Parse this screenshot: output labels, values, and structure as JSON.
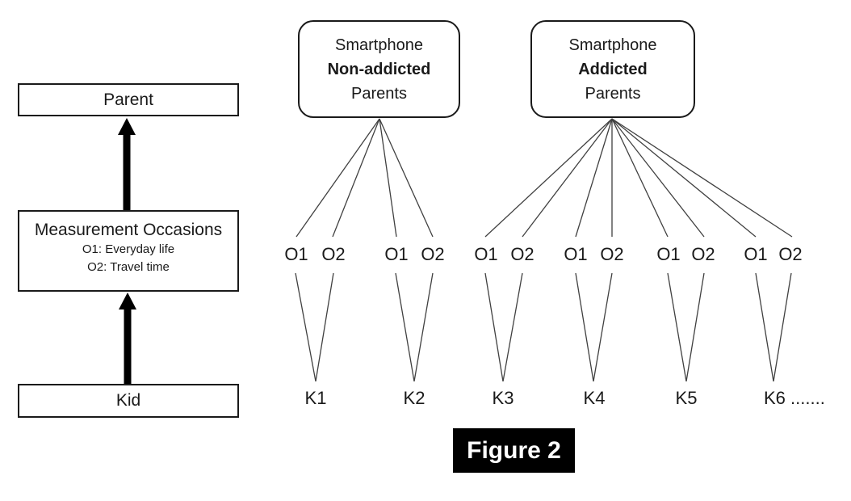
{
  "diagram": {
    "left_column": {
      "parent_label": "Parent",
      "measurement": {
        "title": "Measurement Occasions",
        "lines": [
          "O1: Everyday life",
          "O2: Travel time"
        ]
      },
      "kid_label": "Kid"
    },
    "groups": [
      {
        "box": {
          "line1": "Smartphone",
          "line2": "Non-addicted",
          "line3": "Parents"
        },
        "kids": [
          {
            "label": "K1",
            "occasions": [
              "O1",
              "O2"
            ]
          },
          {
            "label": "K2",
            "occasions": [
              "O1",
              "O2"
            ]
          }
        ]
      },
      {
        "box": {
          "line1": "Smartphone",
          "line2": "Addicted",
          "line3": "Parents"
        },
        "kids": [
          {
            "label": "K3",
            "occasions": [
              "O1",
              "O2"
            ]
          },
          {
            "label": "K4",
            "occasions": [
              "O1",
              "O2"
            ]
          },
          {
            "label": "K5",
            "occasions": [
              "O1",
              "O2"
            ]
          },
          {
            "label": "K6 .......",
            "occasions": [
              "O1",
              "O2"
            ]
          }
        ]
      }
    ],
    "caption": "Figure 2",
    "colors": {
      "background": "#ffffff",
      "thin_line": "#404040",
      "border": "#1a1a1a",
      "caption_bg": "#000000",
      "caption_fg": "#ffffff"
    }
  }
}
